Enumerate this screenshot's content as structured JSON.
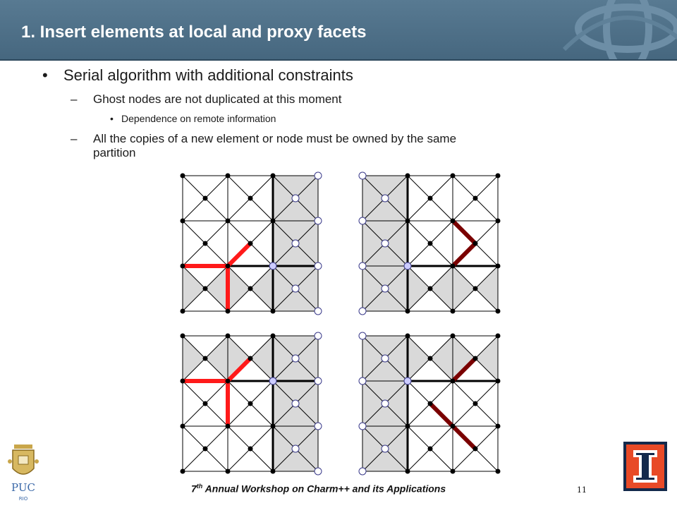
{
  "title": "1. Insert elements at local and proxy facets",
  "bullets": {
    "main": "Serial algorithm with additional constraints",
    "sub1": "Ghost nodes are not duplicated at this moment",
    "sub1_detail": "Dependence on remote information",
    "sub2_line1": "All the copies of a new element or node must be owned by the same",
    "sub2_line2": "partition",
    "bullet_char": "•",
    "dash_char": "–"
  },
  "footer": {
    "prefix": "7",
    "superscript": "th",
    "text": " Annual Workshop on Charm++ and its Applications",
    "page_number": "11"
  },
  "logos": {
    "left_text": "PUC",
    "left_subtext": "RIO"
  },
  "colors": {
    "title_bar": "#4f7089",
    "shaded_element": "#d9d9d9",
    "ghost_node_fill": "#ccccff",
    "highlight_edge": "#ff1a1a",
    "dark_edge": "#7a0000",
    "illinois_orange": "#e84a27",
    "illinois_blue": "#13294b"
  },
  "meshes": [
    {
      "name": "top-left",
      "shade": "right",
      "boundary": "right",
      "highlight": "red-left-top"
    },
    {
      "name": "top-right",
      "shade": "left",
      "boundary": "left",
      "highlight": "dark-right-top"
    },
    {
      "name": "bottom-left",
      "shade": "right",
      "boundary": "right",
      "highlight": "red-left-bottom"
    },
    {
      "name": "bottom-right",
      "shade": "left",
      "boundary": "left",
      "highlight": "dark-right-bottom"
    }
  ]
}
